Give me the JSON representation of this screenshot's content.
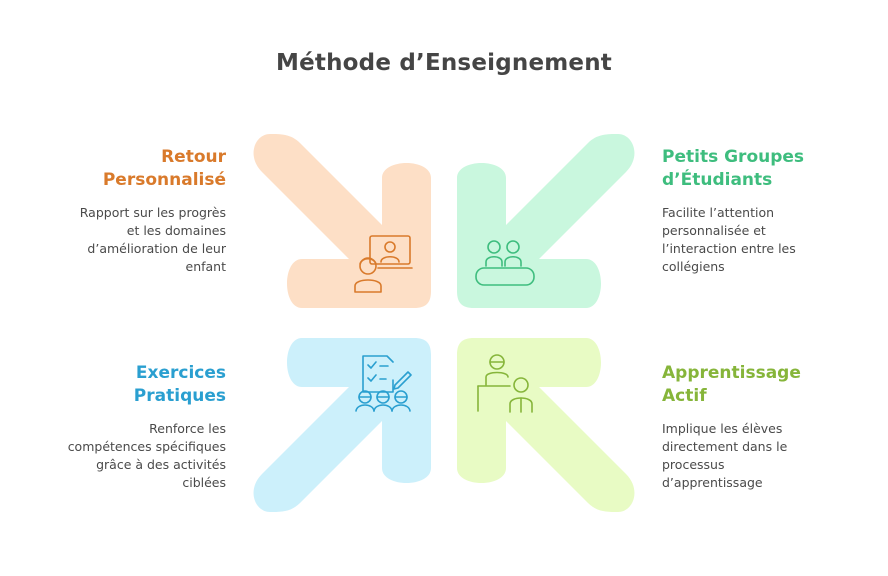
{
  "title": "Méthode d’Enseignement",
  "colors": {
    "orange": "#D97A2B",
    "green": "#3EBD7E",
    "blue": "#2A9FD0",
    "lime": "#86B53A",
    "orange_fill": "#FDDFC6",
    "green_fill": "#C9F7DE",
    "blue_fill": "#CCF0FB",
    "lime_fill": "#E8FBC4"
  },
  "items": [
    {
      "id": "retour",
      "title_line1": "Retour",
      "title_line2": "Personnalisé",
      "desc_lines": [
        "Rapport sur les progrès",
        "et les domaines",
        "d’amélioration de leur",
        "enfant"
      ],
      "icon": "teacher-video-call-icon"
    },
    {
      "id": "petits-groupes",
      "title_line1": "Petits Groupes",
      "title_line2": "d’Étudiants",
      "desc_lines": [
        "Facilite l’attention",
        "personnalisée et",
        "l’interaction entre les",
        "collégiens"
      ],
      "icon": "group-at-table-icon"
    },
    {
      "id": "exercices",
      "title_line1": "Exercices",
      "title_line2": "Pratiques",
      "desc_lines": [
        "Renforce les",
        "compétences spécifiques",
        "grâce à des activités",
        "ciblées"
      ],
      "icon": "checklist-group-icon"
    },
    {
      "id": "apprentissage",
      "title_line1": "Apprentissage",
      "title_line2": "Actif",
      "desc_lines": [
        "Implique les élèves",
        "directement dans le",
        "processus",
        "d’apprentissage"
      ],
      "icon": "teacher-student-icon"
    }
  ]
}
